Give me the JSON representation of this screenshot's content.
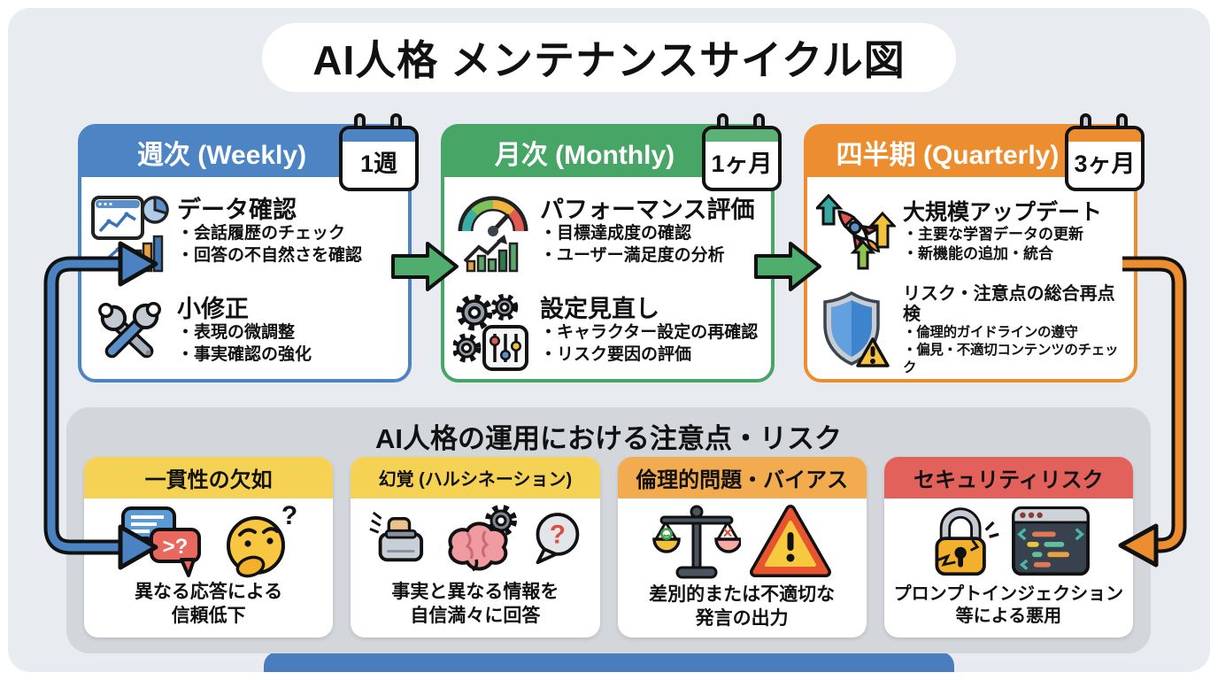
{
  "title": "AI人格 メンテナンスサイクル図",
  "colors": {
    "background": "#e8ecf0",
    "weekly": "#4d84c4",
    "monthly": "#47a566",
    "quarterly": "#ec8e2f",
    "risk_panel": "#d3d7db",
    "risk_yellow": "#f6d254",
    "risk_orange": "#f3ab50",
    "risk_red": "#e2615a",
    "arrow_green": "#4fae6d",
    "arrow_blue": "#4a82c2",
    "arrow_orange": "#ec8e2f"
  },
  "cycle_cards": [
    {
      "title": "週次 (Weekly)",
      "badge": "1週",
      "tasks": [
        {
          "icon": "analytics-icon",
          "title": "データ確認",
          "bullets": [
            "・会話履歴のチェック",
            "・回答の不自然さを確認"
          ]
        },
        {
          "icon": "wrench-icon",
          "title": "小修正",
          "bullets": [
            "・表現の微調整",
            "・事実確認の強化"
          ]
        }
      ]
    },
    {
      "title": "月次 (Monthly)",
      "badge": "1ヶ月",
      "tasks": [
        {
          "icon": "gauge-icon",
          "title": "パフォーマンス評価",
          "bullets": [
            "・目標達成度の確認",
            "・ユーザー満足度の分析"
          ]
        },
        {
          "icon": "gears-sliders-icon",
          "title": "設定見直し",
          "bullets": [
            "・キャラクター設定の再確認",
            "・リスク要因の評価"
          ]
        }
      ]
    },
    {
      "title": "四半期 (Quarterly)",
      "badge": "3ヶ月",
      "tasks": [
        {
          "icon": "rocket-icon",
          "title": "大規模アップデート",
          "bullets": [
            "・主要な学習データの更新",
            "・新機能の追加・統合"
          ]
        },
        {
          "icon": "shield-warning-icon",
          "title": "リスク・注意点の総合再点検",
          "bullets": [
            "・倫理的ガイドラインの遵守",
            "・偏見・不適切コンテンツのチェック"
          ]
        }
      ]
    }
  ],
  "risk_section": {
    "title": "AI人格の運用における注意点・リスク",
    "cards": [
      {
        "title": "一貫性の欠如",
        "icons": [
          "chat-bubbles-icon",
          "thinking-face-icon"
        ],
        "desc1": "異なる応答による",
        "desc2": "信頼低下"
      },
      {
        "title": "幻覚 (ハルシネーション)",
        "icons": [
          "toaster-icon",
          "brain-gear-icon",
          "question-bubble-icon"
        ],
        "desc1": "事実と異なる情報を",
        "desc2": "自信満々に回答"
      },
      {
        "title": "倫理的問題・バイアス",
        "icons": [
          "scale-icon",
          "warning-icon"
        ],
        "desc1": "差別的または不適切な",
        "desc2": "発言の出力"
      },
      {
        "title": "セキュリティリスク",
        "icons": [
          "broken-lock-icon",
          "code-window-icon"
        ],
        "desc1": "プロンプトインジェクション",
        "desc2": "等による悪用"
      }
    ]
  },
  "glyphs": {
    "red_bubble": ">?",
    "think_q": "?",
    "bubble_q": "?",
    "scale_x": "×"
  }
}
